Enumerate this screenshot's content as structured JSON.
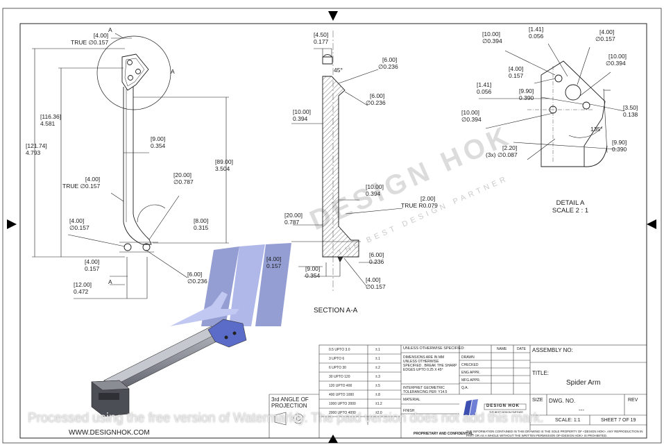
{
  "drawing": {
    "left_view": {
      "dims": [
        {
          "bracket": "[4.00]",
          "value": "TRUE ∅0.157"
        },
        {
          "bracket": "[116.36]",
          "value": "4.581"
        },
        {
          "bracket": "[121.74]",
          "value": "4.793"
        },
        {
          "bracket": "[9.00]",
          "value": "0.354"
        },
        {
          "bracket": "[89.00]",
          "value": "3.504"
        },
        {
          "bracket": "[4.00]",
          "value": "TRUE ∅0.157"
        },
        {
          "bracket": "[20.00]",
          "value": "∅0.787"
        },
        {
          "bracket": "[4.00]",
          "value": "∅0.157"
        },
        {
          "bracket": "[8.00]",
          "value": "0.315"
        },
        {
          "bracket": "[4.00]",
          "value": "0.157"
        },
        {
          "bracket": "[6.00]",
          "value": "∅0.236"
        },
        {
          "bracket": "[12.00]",
          "value": "0.472"
        }
      ],
      "section_marks": [
        "A",
        "A",
        "A"
      ]
    },
    "section_view": {
      "dims": [
        {
          "bracket": "[4.50]",
          "value": "0.177"
        },
        {
          "bracket": "[6.00]",
          "value": "∅0.236"
        },
        {
          "bracket": "[6.00]",
          "value": "∅0.236"
        },
        {
          "bracket": "[10.00]",
          "value": "0.394"
        },
        {
          "bracket": "[10.00]",
          "value": "0.394"
        },
        {
          "bracket": "[2.00]",
          "value": "TRUE R0.079"
        },
        {
          "bracket": "[20.00]",
          "value": "0.787"
        },
        {
          "bracket": "[4.00]",
          "value": "0.157"
        },
        {
          "bracket": "[6.00]",
          "value": "0.236"
        },
        {
          "bracket": "[9.00]",
          "value": "0.354"
        },
        {
          "bracket": "[4.00]",
          "value": "∅0.157"
        }
      ],
      "angle": "45°",
      "caption": "SECTION A-A"
    },
    "detail_view": {
      "dims": [
        {
          "bracket": "[10.00]",
          "value": "∅0.394"
        },
        {
          "bracket": "[1.41]",
          "value": "0.056"
        },
        {
          "bracket": "[4.00]",
          "value": "∅0.157"
        },
        {
          "bracket": "[10.00]",
          "value": "∅0.394"
        },
        {
          "bracket": "[4.00]",
          "value": "0.157"
        },
        {
          "bracket": "[1.41]",
          "value": "0.056"
        },
        {
          "bracket": "[9.90]",
          "value": "0.390"
        },
        {
          "bracket": "[10.00]",
          "value": "∅0.394"
        },
        {
          "bracket": "[3.50]",
          "value": "0.138"
        },
        {
          "bracket": "[9.90]",
          "value": "0.390"
        },
        {
          "bracket": "[2.20]",
          "value": "(3x) ∅0.087"
        }
      ],
      "angle": "135°",
      "caption_line1": "DETAIL A",
      "caption_line2": "SCALE 2 : 1"
    },
    "view_label_a": "A"
  },
  "watermark": {
    "brand_line1": "DESIGN HOK",
    "brand_line2": "THE BEST DESIGN PARTNER",
    "bottom_notice": "Processed using the free version of Watermarkly. The paid version does not add this mark."
  },
  "website": "WWW.DESIGNHOK.COM",
  "tolerance_table": [
    {
      "range": "0.5 UPTO 3.0",
      "tol": "±.1"
    },
    {
      "range": "3 UPTO 6",
      "tol": "±.1"
    },
    {
      "range": "6 UPTO 30",
      "tol": "±.2"
    },
    {
      "range": "30 UPTO 120",
      "tol": "±.3"
    },
    {
      "range": "120 UPTO 400",
      "tol": "±.5"
    },
    {
      "range": "400 UPTO 1000",
      "tol": "±.8"
    },
    {
      "range": "1000 UPTO 2000",
      "tol": "±1.2"
    },
    {
      "range": "2000 UPTO 4000",
      "tol": "±2.0"
    }
  ],
  "notes": {
    "unless": "UNLESS OTHERWISE SPECIFIED:",
    "dims_note": "DIMENSIONS ARE IN MM UNLESS OTHERWISE SPECIFIED . BREAK THE SHARP EDGES UPTO 0.25 X 45°",
    "geo_note": "INTERPRET GEOMETRIC TOLERANCING PER: Y14.5",
    "material": "MATERIAL",
    "finish": "FINISH",
    "proprietary": "PROPRIETARY AND CONFIDENTIAL",
    "disclaimer": "THE INFORMATION CONTAINED IN THIS DRAWING IS THE SOLE PROPERTY OF <DESIGN HOK>. ANY REPRODUCTION IN PART OR AS A WHOLE WITHOUT THE WRITTEN PERMISSION OF<DESIGN HOK> IS PROHIBITED."
  },
  "approvals": {
    "name_header": "NAME",
    "date_header": "DATE",
    "rows": [
      "DRAWN",
      "CHECKED",
      "ENG APPR.",
      "MFG APPR.",
      "Q.A."
    ]
  },
  "projection": {
    "line1": "3rd ANGLE OF",
    "line2": "PROJECTION"
  },
  "title_block": {
    "assembly_label": "ASSEMBLY NO:",
    "title_label": "TITLE:",
    "title": "Spider Arm",
    "size_label": "SIZE",
    "dwg_label": "DWG.  NO.",
    "dwg_value": "---",
    "rev_label": "REV",
    "scale_label": "SCALE: 1:1",
    "sheet_label": "SHEET 7 OF 19",
    "logo_text": "DESIGN HOK",
    "logo_sub": "THE BEST DESIGN PARTNER"
  },
  "colors": {
    "line": "#1a1a1a",
    "watermark_blue": "#3d4fb0",
    "hatch": "#444444",
    "model_gray": "#8c8f96"
  }
}
